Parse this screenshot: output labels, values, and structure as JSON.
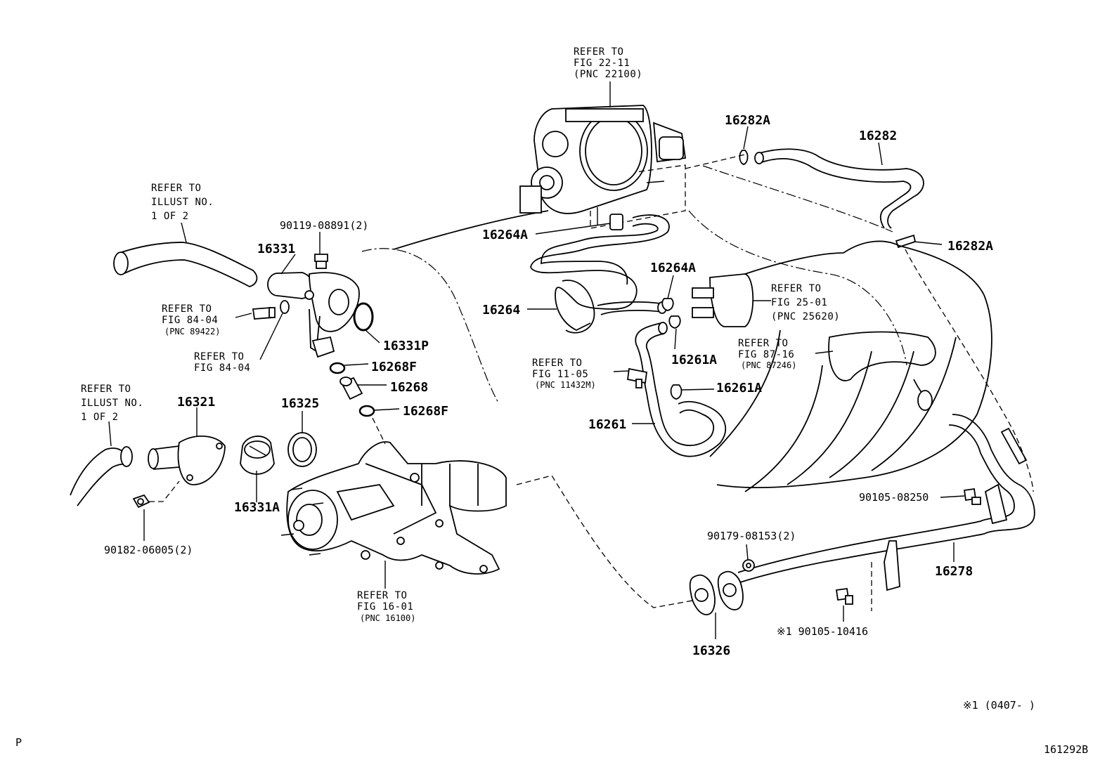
{
  "refs": {
    "illust_left_top": [
      "REFER TO",
      "ILLUST NO.",
      "1 OF 2"
    ],
    "illust_left_bottom": [
      "REFER TO",
      "ILLUST NO.",
      "1 OF 2"
    ],
    "fig_22_11": [
      "REFER TO",
      "FIG 22-11",
      "(PNC 22100)"
    ],
    "fig_84_04_a": [
      "REFER TO",
      "FIG 84-04",
      "(PNC 89422)"
    ],
    "fig_84_04_b": [
      "REFER TO",
      "FIG 84-04"
    ],
    "fig_25_01": [
      "REFER TO",
      "FIG 25-01",
      "(PNC 25620)"
    ],
    "fig_87_16": [
      "REFER TO",
      "FIG 87-16",
      "(PNC 87246)"
    ],
    "fig_11_05": [
      "REFER TO",
      "FIG 11-05",
      "(PNC 11432M)"
    ],
    "fig_16_01": [
      "REFER TO",
      "FIG 16-01",
      "(PNC 16100)"
    ]
  },
  "parts": {
    "p16331": "16331",
    "p90119": "90119-08891(2)",
    "p16331P": "16331P",
    "p16268F_a": "16268F",
    "p16268": "16268",
    "p16268F_b": "16268F",
    "p16321": "16321",
    "p16325": "16325",
    "p16331A": "16331A",
    "p90182": "90182-06005(2)",
    "p16282A_a": "16282A",
    "p16282": "16282",
    "p16282A_b": "16282A",
    "p16264A_a": "16264A",
    "p16264A_b": "16264A",
    "p16264": "16264",
    "p16261A_a": "16261A",
    "p16261A_b": "16261A",
    "p16261": "16261",
    "p90105_08250": "90105-08250",
    "p90179": "90179-08153(2)",
    "p16278": "16278",
    "p16326": "16326",
    "p90105_10416": "※1  90105-10416"
  },
  "footnote": "※1 (0407-      )",
  "page_letter": "P",
  "illustration_id": "161292B"
}
